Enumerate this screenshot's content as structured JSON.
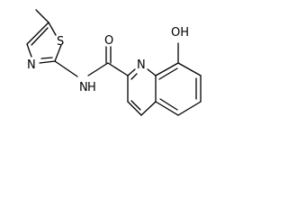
{
  "molecule": {
    "atoms": {
      "hydroxyl": "OH",
      "carbonyl_oxygen": "O",
      "amide_nh": "N",
      "amide_h": "H",
      "thiazole_sulfur": "S",
      "thiazole_nitrogen": "N",
      "quinoline_nitrogen": "N"
    }
  }
}
